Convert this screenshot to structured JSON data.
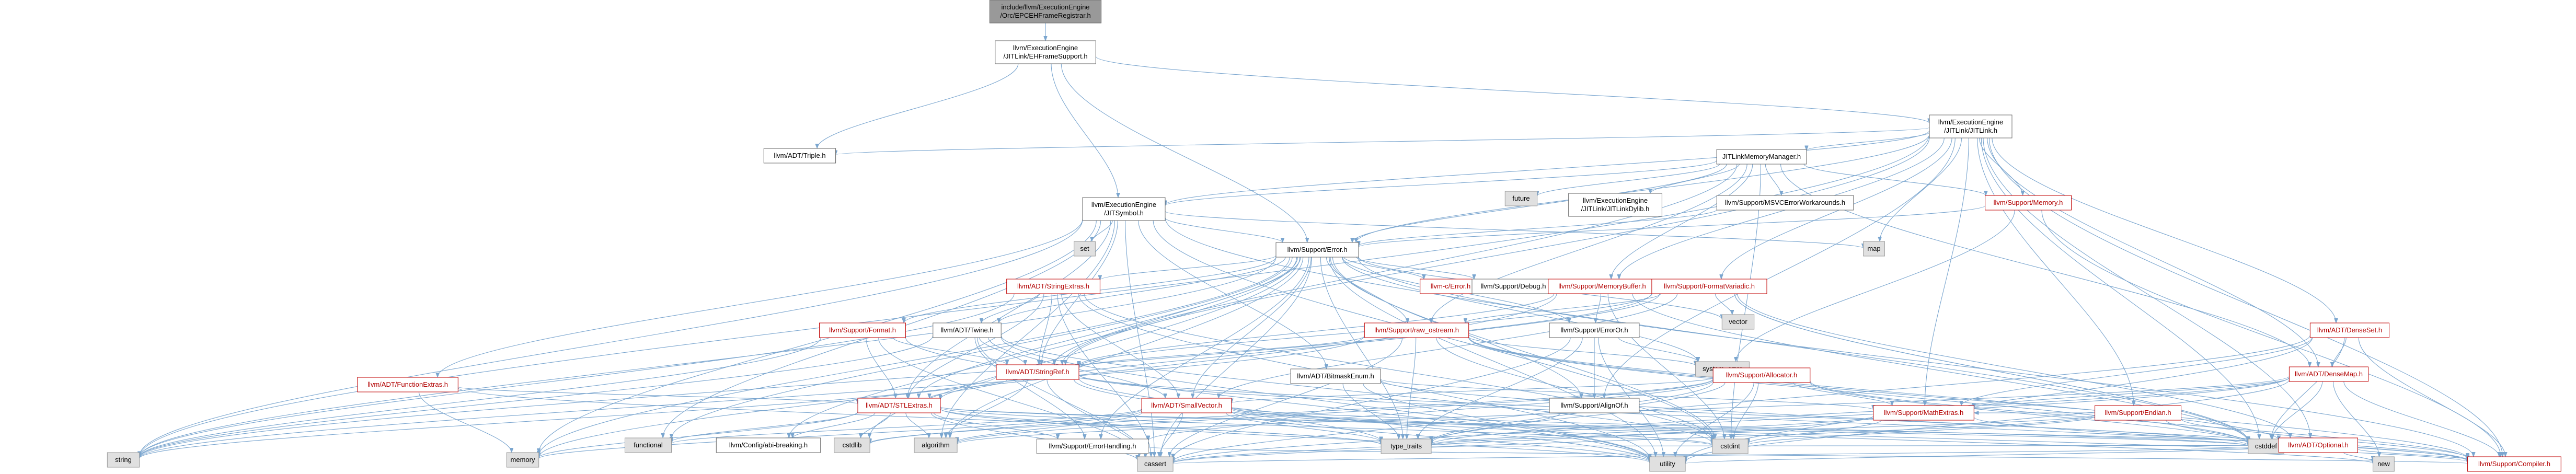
{
  "colors": {
    "edge": "#7ba6cf",
    "root_fill": "#999999",
    "ext_fill": "#e0e0e0",
    "red_text": "#b20000",
    "red_border": "#c00000"
  },
  "nodes": [
    {
      "id": "root",
      "lines": [
        "include/llvm/ExecutionEngine",
        "/Orc/EPCEHFrameRegistrar.h"
      ],
      "style": "root"
    },
    {
      "id": "jitehframe",
      "lines": [
        "llvm/ExecutionEngine",
        "/JITLink/EHFrameSupport.h"
      ],
      "style": "normal"
    },
    {
      "id": "jitlink",
      "lines": [
        "llvm/ExecutionEngine",
        "/JITLink/JITLink.h"
      ],
      "style": "normal"
    },
    {
      "id": "triple",
      "lines": [
        "llvm/ADT/Triple.h"
      ],
      "style": "normal"
    },
    {
      "id": "jitlinkmm",
      "lines": [
        "JITLinkMemoryManager.h"
      ],
      "style": "normal"
    },
    {
      "id": "future",
      "lines": [
        "future"
      ],
      "style": "ext"
    },
    {
      "id": "jitlinkdylib",
      "lines": [
        "llvm/ExecutionEngine",
        "/JITLink/JITLinkDylib.h"
      ],
      "style": "normal"
    },
    {
      "id": "msvcerr",
      "lines": [
        "llvm/Support/MSVCErrorWorkarounds.h"
      ],
      "style": "normal"
    },
    {
      "id": "memory",
      "lines": [
        "llvm/Support/Memory.h"
      ],
      "style": "red"
    },
    {
      "id": "jitsymbol",
      "lines": [
        "llvm/ExecutionEngine",
        "/JITSymbol.h"
      ],
      "style": "normal"
    },
    {
      "id": "set",
      "lines": [
        "set"
      ],
      "style": "ext"
    },
    {
      "id": "map",
      "lines": [
        "map"
      ],
      "style": "ext"
    },
    {
      "id": "error",
      "lines": [
        "llvm/Support/Error.h"
      ],
      "style": "normal"
    },
    {
      "id": "stringextras",
      "lines": [
        "llvm/ADT/StringExtras.h"
      ],
      "style": "red"
    },
    {
      "id": "cerror",
      "lines": [
        "llvm-c/Error.h"
      ],
      "style": "red"
    },
    {
      "id": "debug",
      "lines": [
        "llvm/Support/Debug.h"
      ],
      "style": "normal"
    },
    {
      "id": "membuf",
      "lines": [
        "llvm/Support/MemoryBuffer.h"
      ],
      "style": "red"
    },
    {
      "id": "formatvariadic",
      "lines": [
        "llvm/Support/FormatVariadic.h"
      ],
      "style": "red"
    },
    {
      "id": "vector",
      "lines": [
        "vector"
      ],
      "style": "ext"
    },
    {
      "id": "format",
      "lines": [
        "llvm/Support/Format.h"
      ],
      "style": "red"
    },
    {
      "id": "twine",
      "lines": [
        "llvm/ADT/Twine.h"
      ],
      "style": "normal"
    },
    {
      "id": "rawostream",
      "lines": [
        "llvm/Support/raw_ostream.h"
      ],
      "style": "red"
    },
    {
      "id": "erroror",
      "lines": [
        "llvm/Support/ErrorOr.h"
      ],
      "style": "normal"
    },
    {
      "id": "densesetn",
      "lines": [
        "llvm/ADT/DenseSet.h"
      ],
      "style": "red"
    },
    {
      "id": "functionextras",
      "lines": [
        "llvm/ADT/FunctionExtras.h"
      ],
      "style": "red"
    },
    {
      "id": "stringref",
      "lines": [
        "llvm/ADT/StringRef.h"
      ],
      "style": "red"
    },
    {
      "id": "bitmaskenum",
      "lines": [
        "llvm/ADT/BitmaskEnum.h"
      ],
      "style": "normal"
    },
    {
      "id": "systemerror",
      "lines": [
        "system_error"
      ],
      "style": "ext"
    },
    {
      "id": "allocator",
      "lines": [
        "llvm/Support/Allocator.h"
      ],
      "style": "red"
    },
    {
      "id": "densemap",
      "lines": [
        "llvm/ADT/DenseMap.h"
      ],
      "style": "red"
    },
    {
      "id": "stlextras",
      "lines": [
        "llvm/ADT/STLExtras.h"
      ],
      "style": "red"
    },
    {
      "id": "smallvector",
      "lines": [
        "llvm/ADT/SmallVector.h"
      ],
      "style": "red"
    },
    {
      "id": "alignof",
      "lines": [
        "llvm/Support/AlignOf.h"
      ],
      "style": "normal"
    },
    {
      "id": "mathextras",
      "lines": [
        "llvm/Support/MathExtras.h"
      ],
      "style": "red"
    },
    {
      "id": "endian",
      "lines": [
        "llvm/Support/Endian.h"
      ],
      "style": "red"
    },
    {
      "id": "functional",
      "lines": [
        "functional"
      ],
      "style": "ext"
    },
    {
      "id": "configabi",
      "lines": [
        "llvm/Config/abi-breaking.h"
      ],
      "style": "normal"
    },
    {
      "id": "cstdlib",
      "lines": [
        "cstdlib"
      ],
      "style": "ext"
    },
    {
      "id": "algorithm",
      "lines": [
        "algorithm"
      ],
      "style": "ext"
    },
    {
      "id": "errorhandling",
      "lines": [
        "llvm/Support/ErrorHandling.h"
      ],
      "style": "normal"
    },
    {
      "id": "typetraits",
      "lines": [
        "type_traits"
      ],
      "style": "ext"
    },
    {
      "id": "cstdint",
      "lines": [
        "cstdint"
      ],
      "style": "ext"
    },
    {
      "id": "cstddef",
      "lines": [
        "cstddef"
      ],
      "style": "ext"
    },
    {
      "id": "optional",
      "lines": [
        "llvm/ADT/Optional.h"
      ],
      "style": "red"
    },
    {
      "id": "string",
      "lines": [
        "string"
      ],
      "style": "ext"
    },
    {
      "id": "memhdr",
      "lines": [
        "memory"
      ],
      "style": "ext"
    },
    {
      "id": "cassert",
      "lines": [
        "cassert"
      ],
      "style": "ext"
    },
    {
      "id": "utility",
      "lines": [
        "utility"
      ],
      "style": "ext"
    },
    {
      "id": "new",
      "lines": [
        "new"
      ],
      "style": "ext"
    },
    {
      "id": "compiler",
      "lines": [
        "llvm/Support/Compiler.h"
      ],
      "style": "red"
    }
  ],
  "edges": [
    [
      "root",
      "jitehframe"
    ],
    [
      "jitehframe",
      "jitlink"
    ],
    [
      "jitehframe",
      "triple"
    ],
    [
      "jitehframe",
      "jitsymbol"
    ],
    [
      "jitehframe",
      "error"
    ],
    [
      "jitlink",
      "triple"
    ],
    [
      "jitlink",
      "jitlinkmm"
    ],
    [
      "jitlink",
      "jitsymbol"
    ],
    [
      "jitlink",
      "error"
    ],
    [
      "jitlink",
      "map"
    ],
    [
      "jitlink",
      "memory"
    ],
    [
      "jitlink",
      "formatvariadic"
    ],
    [
      "jitlink",
      "densemap"
    ],
    [
      "jitlink",
      "densesetn"
    ],
    [
      "jitlink",
      "endian"
    ],
    [
      "jitlink",
      "optional"
    ],
    [
      "jitlink",
      "string"
    ],
    [
      "jitlink",
      "membuf"
    ],
    [
      "jitlink",
      "stringref"
    ],
    [
      "jitlink",
      "alignof"
    ],
    [
      "jitlink",
      "compiler"
    ],
    [
      "jitlink",
      "cstddef"
    ],
    [
      "jitlink",
      "mathextras"
    ],
    [
      "jitlinkmm",
      "future"
    ],
    [
      "jitlinkmm",
      "jitlinkdylib"
    ],
    [
      "jitlinkmm",
      "msvcerr"
    ],
    [
      "jitlinkmm",
      "memory"
    ],
    [
      "jitlinkmm",
      "jitsymbol"
    ],
    [
      "jitlinkmm",
      "error"
    ],
    [
      "jitlinkmm",
      "membuf"
    ],
    [
      "jitlinkmm",
      "cstdint"
    ],
    [
      "jitlinkmm",
      "densemap"
    ],
    [
      "jitlinkmm",
      "rawostream"
    ],
    [
      "jitlinkmm",
      "stringref"
    ],
    [
      "msvcerr",
      "error"
    ],
    [
      "memory",
      "error"
    ],
    [
      "memory",
      "compiler"
    ],
    [
      "memory",
      "systemerror"
    ],
    [
      "jitsymbol",
      "set"
    ],
    [
      "jitsymbol",
      "map"
    ],
    [
      "jitsymbol",
      "error"
    ],
    [
      "jitsymbol",
      "bitmaskenum"
    ],
    [
      "jitsymbol",
      "functionextras"
    ],
    [
      "jitsymbol",
      "stringref"
    ],
    [
      "jitsymbol",
      "functional"
    ],
    [
      "jitsymbol",
      "string"
    ],
    [
      "jitsymbol",
      "cstdint"
    ],
    [
      "jitsymbol",
      "cassert"
    ],
    [
      "jitsymbol",
      "cstddef"
    ],
    [
      "jitsymbol",
      "algorithm"
    ],
    [
      "jitsymbol",
      "stlextras"
    ],
    [
      "jitsymbol",
      "memhdr"
    ],
    [
      "error",
      "stringextras"
    ],
    [
      "error",
      "cerror"
    ],
    [
      "error",
      "debug"
    ],
    [
      "error",
      "erroror"
    ],
    [
      "error",
      "format"
    ],
    [
      "error",
      "twine"
    ],
    [
      "error",
      "rawostream"
    ],
    [
      "error",
      "configabi"
    ],
    [
      "error",
      "cstdlib"
    ],
    [
      "error",
      "algorithm"
    ],
    [
      "error",
      "errorhandling"
    ],
    [
      "error",
      "typetraits"
    ],
    [
      "error",
      "cstdint"
    ],
    [
      "error",
      "vector"
    ],
    [
      "error",
      "cassert"
    ],
    [
      "error",
      "string"
    ],
    [
      "error",
      "functional"
    ],
    [
      "error",
      "memhdr"
    ],
    [
      "error",
      "utility"
    ],
    [
      "error",
      "stlextras"
    ],
    [
      "error",
      "smallvector"
    ],
    [
      "error",
      "alignof"
    ],
    [
      "error",
      "compiler"
    ],
    [
      "error",
      "systemerror"
    ],
    [
      "error",
      "stringref"
    ],
    [
      "stringextras",
      "twine"
    ],
    [
      "stringextras",
      "stringref"
    ],
    [
      "stringextras",
      "smallvector"
    ],
    [
      "stringextras",
      "stlextras"
    ],
    [
      "stringextras",
      "string"
    ],
    [
      "stringextras",
      "utility"
    ],
    [
      "stringextras",
      "cstdint"
    ],
    [
      "stringextras",
      "cassert"
    ],
    [
      "membuf",
      "stringref"
    ],
    [
      "membuf",
      "erroror"
    ],
    [
      "membuf",
      "memhdr"
    ],
    [
      "membuf",
      "cstddef"
    ],
    [
      "membuf",
      "cstdint"
    ],
    [
      "formatvariadic",
      "stringref"
    ],
    [
      "formatvariadic",
      "smallvector"
    ],
    [
      "formatvariadic",
      "stlextras"
    ],
    [
      "formatvariadic",
      "rawostream"
    ],
    [
      "formatvariadic",
      "vector"
    ],
    [
      "formatvariadic",
      "string"
    ],
    [
      "formatvariadic",
      "optional"
    ],
    [
      "formatvariadic",
      "cstddef"
    ],
    [
      "formatvariadic",
      "cstddef"
    ],
    [
      "format",
      "stringref"
    ],
    [
      "format",
      "stlextras"
    ],
    [
      "format",
      "cassert"
    ],
    [
      "format",
      "string"
    ],
    [
      "format",
      "utility"
    ],
    [
      "twine",
      "smallvector"
    ],
    [
      "twine",
      "stringref"
    ],
    [
      "twine",
      "errorhandling"
    ],
    [
      "twine",
      "cassert"
    ],
    [
      "twine",
      "cstdint"
    ],
    [
      "twine",
      "string"
    ],
    [
      "twine",
      "utility"
    ],
    [
      "rawostream",
      "stringref"
    ],
    [
      "rawostream",
      "compiler"
    ],
    [
      "rawostream",
      "cassert"
    ],
    [
      "rawostream",
      "cstddef"
    ],
    [
      "rawostream",
      "cstdint"
    ],
    [
      "rawostream",
      "string"
    ],
    [
      "rawostream",
      "typetraits"
    ],
    [
      "rawostream",
      "systemerror"
    ],
    [
      "rawostream",
      "optional"
    ],
    [
      "erroror",
      "alignof"
    ],
    [
      "erroror",
      "cassert"
    ],
    [
      "erroror",
      "systemerror"
    ],
    [
      "erroror",
      "typetraits"
    ],
    [
      "erroror",
      "utility"
    ],
    [
      "densesetn",
      "densemap"
    ],
    [
      "densesetn",
      "mathextras"
    ],
    [
      "densesetn",
      "typetraits"
    ],
    [
      "densesetn",
      "cstddef"
    ],
    [
      "densesetn",
      "compiler"
    ],
    [
      "densesetn",
      "utility"
    ],
    [
      "functionextras",
      "memhdr"
    ],
    [
      "functionextras",
      "typetraits"
    ],
    [
      "functionextras",
      "stlextras"
    ],
    [
      "stringref",
      "stlextras"
    ],
    [
      "stringref",
      "compiler"
    ],
    [
      "stringref",
      "algorithm"
    ],
    [
      "stringref",
      "cassert"
    ],
    [
      "stringref",
      "cstddef"
    ],
    [
      "stringref",
      "cstring"
    ],
    [
      "stringref",
      "limits"
    ],
    [
      "stringref",
      "string"
    ],
    [
      "stringref",
      "typetraits"
    ],
    [
      "stringref",
      "utility"
    ],
    [
      "bitmaskenum",
      "mathextras"
    ],
    [
      "bitmaskenum",
      "typetraits"
    ],
    [
      "bitmaskenum",
      "utility"
    ],
    [
      "bitmaskenum",
      "compiler"
    ],
    [
      "allocator",
      "mathextras"
    ],
    [
      "allocator",
      "compiler"
    ],
    [
      "allocator",
      "errorhandling"
    ],
    [
      "allocator",
      "smallvector"
    ],
    [
      "allocator",
      "algorithm"
    ],
    [
      "allocator",
      "cassert"
    ],
    [
      "allocator",
      "cstddef"
    ],
    [
      "allocator",
      "cstdint"
    ],
    [
      "allocator",
      "iterator"
    ],
    [
      "allocator",
      "typetraits"
    ],
    [
      "allocator",
      "utility"
    ],
    [
      "allocator",
      "cstdlib"
    ],
    [
      "densemap",
      "mathextras"
    ],
    [
      "densemap",
      "compiler"
    ],
    [
      "densemap",
      "algorithm"
    ],
    [
      "densemap",
      "cassert"
    ],
    [
      "densemap",
      "cstddef"
    ],
    [
      "densemap",
      "new"
    ],
    [
      "densemap",
      "typetraits"
    ],
    [
      "densemap",
      "utility"
    ],
    [
      "densemap",
      "initializer"
    ],
    [
      "densemap",
      "iterator"
    ],
    [
      "stlextras",
      "functional"
    ],
    [
      "stlextras",
      "configabi"
    ],
    [
      "stlextras",
      "errorhandling"
    ],
    [
      "stlextras",
      "algorithm"
    ],
    [
      "stlextras",
      "cassert"
    ],
    [
      "stlextras",
      "cstddef"
    ],
    [
      "stlextras",
      "cstdint"
    ],
    [
      "stlextras",
      "cstdlib"
    ],
    [
      "stlextras",
      "memhdr"
    ],
    [
      "stlextras",
      "typetraits"
    ],
    [
      "stlextras",
      "utility"
    ],
    [
      "stlextras",
      "optional"
    ],
    [
      "smallvector",
      "compiler"
    ],
    [
      "smallvector",
      "typetraits"
    ],
    [
      "smallvector",
      "algorithm"
    ],
    [
      "smallvector",
      "cassert"
    ],
    [
      "smallvector",
      "cstddef"
    ],
    [
      "smallvector",
      "cstdlib"
    ],
    [
      "smallvector",
      "memhdr"
    ],
    [
      "smallvector",
      "new"
    ],
    [
      "smallvector",
      "utility"
    ],
    [
      "smallvector",
      "functional"
    ],
    [
      "smallvector",
      "cstdint"
    ],
    [
      "alignof",
      "typetraits"
    ],
    [
      "mathextras",
      "compiler"
    ],
    [
      "mathextras",
      "cassert"
    ],
    [
      "mathextras",
      "cstdint"
    ],
    [
      "mathextras",
      "typetraits"
    ],
    [
      "endian",
      "compiler"
    ],
    [
      "endian",
      "cassert"
    ],
    [
      "endian",
      "cstddef"
    ],
    [
      "endian",
      "cstdint"
    ],
    [
      "endian",
      "typetraits"
    ],
    [
      "endian",
      "mathextras"
    ],
    [
      "errorhandling",
      "compiler"
    ],
    [
      "optional",
      "compiler"
    ],
    [
      "optional",
      "typetraits"
    ],
    [
      "optional",
      "cassert"
    ],
    [
      "optional",
      "new"
    ],
    [
      "optional",
      "utility"
    ]
  ]
}
